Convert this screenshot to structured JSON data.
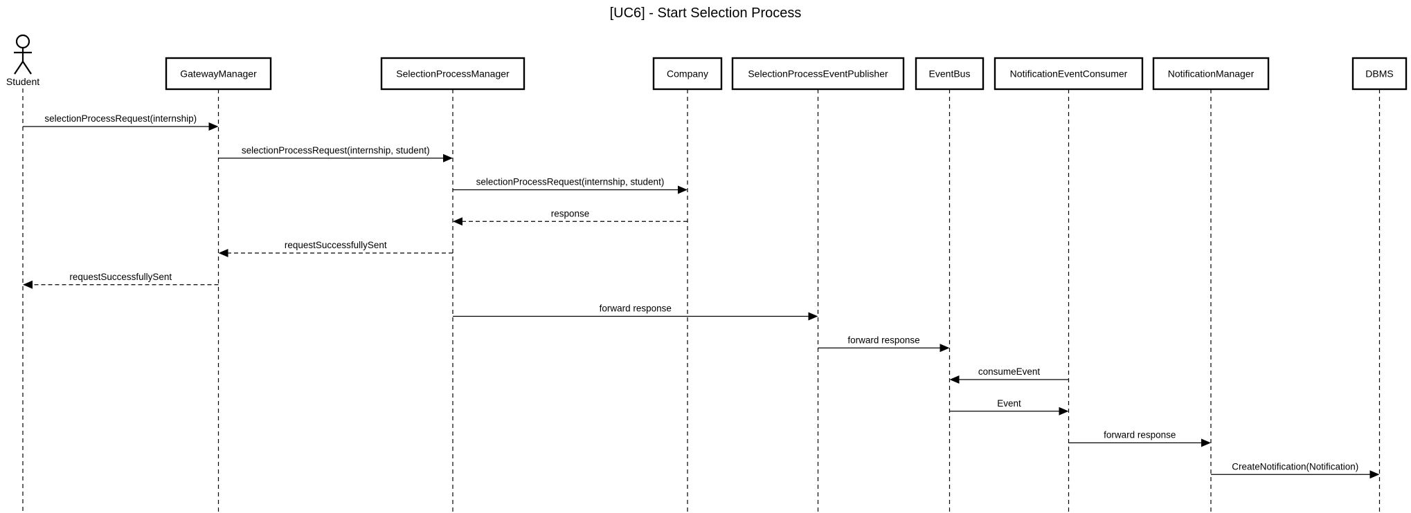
{
  "diagram": {
    "title": "[UC6] - Start Selection Process",
    "actor": {
      "id": "student",
      "label": "Student"
    },
    "participants": [
      {
        "id": "gateway",
        "label": "GatewayManager"
      },
      {
        "id": "spm",
        "label": "SelectionProcessManager"
      },
      {
        "id": "company",
        "label": "Company"
      },
      {
        "id": "spep",
        "label": "SelectionProcessEventPublisher"
      },
      {
        "id": "eventbus",
        "label": "EventBus"
      },
      {
        "id": "nec",
        "label": "NotificationEventConsumer"
      },
      {
        "id": "nm",
        "label": "NotificationManager"
      },
      {
        "id": "dbms",
        "label": "DBMS"
      }
    ],
    "messages": [
      {
        "from": "student",
        "to": "gateway",
        "label": "selectionProcessRequest(internship)",
        "kind": "sync"
      },
      {
        "from": "gateway",
        "to": "spm",
        "label": "selectionProcessRequest(internship, student)",
        "kind": "sync"
      },
      {
        "from": "spm",
        "to": "company",
        "label": "selectionProcessRequest(internship, student)",
        "kind": "sync"
      },
      {
        "from": "company",
        "to": "spm",
        "label": "response",
        "kind": "reply"
      },
      {
        "from": "spm",
        "to": "gateway",
        "label": "requestSuccessfullySent",
        "kind": "reply"
      },
      {
        "from": "gateway",
        "to": "student",
        "label": "requestSuccessfullySent",
        "kind": "reply"
      },
      {
        "from": "spm",
        "to": "spep",
        "label": "forward response",
        "kind": "sync"
      },
      {
        "from": "spep",
        "to": "eventbus",
        "label": "forward response",
        "kind": "sync"
      },
      {
        "from": "nec",
        "to": "eventbus",
        "label": "consumeEvent",
        "kind": "sync"
      },
      {
        "from": "eventbus",
        "to": "nec",
        "label": "Event",
        "kind": "sync"
      },
      {
        "from": "nec",
        "to": "nm",
        "label": "forward response",
        "kind": "sync"
      },
      {
        "from": "nm",
        "to": "dbms",
        "label": "CreateNotification(Notification)",
        "kind": "sync"
      }
    ]
  }
}
